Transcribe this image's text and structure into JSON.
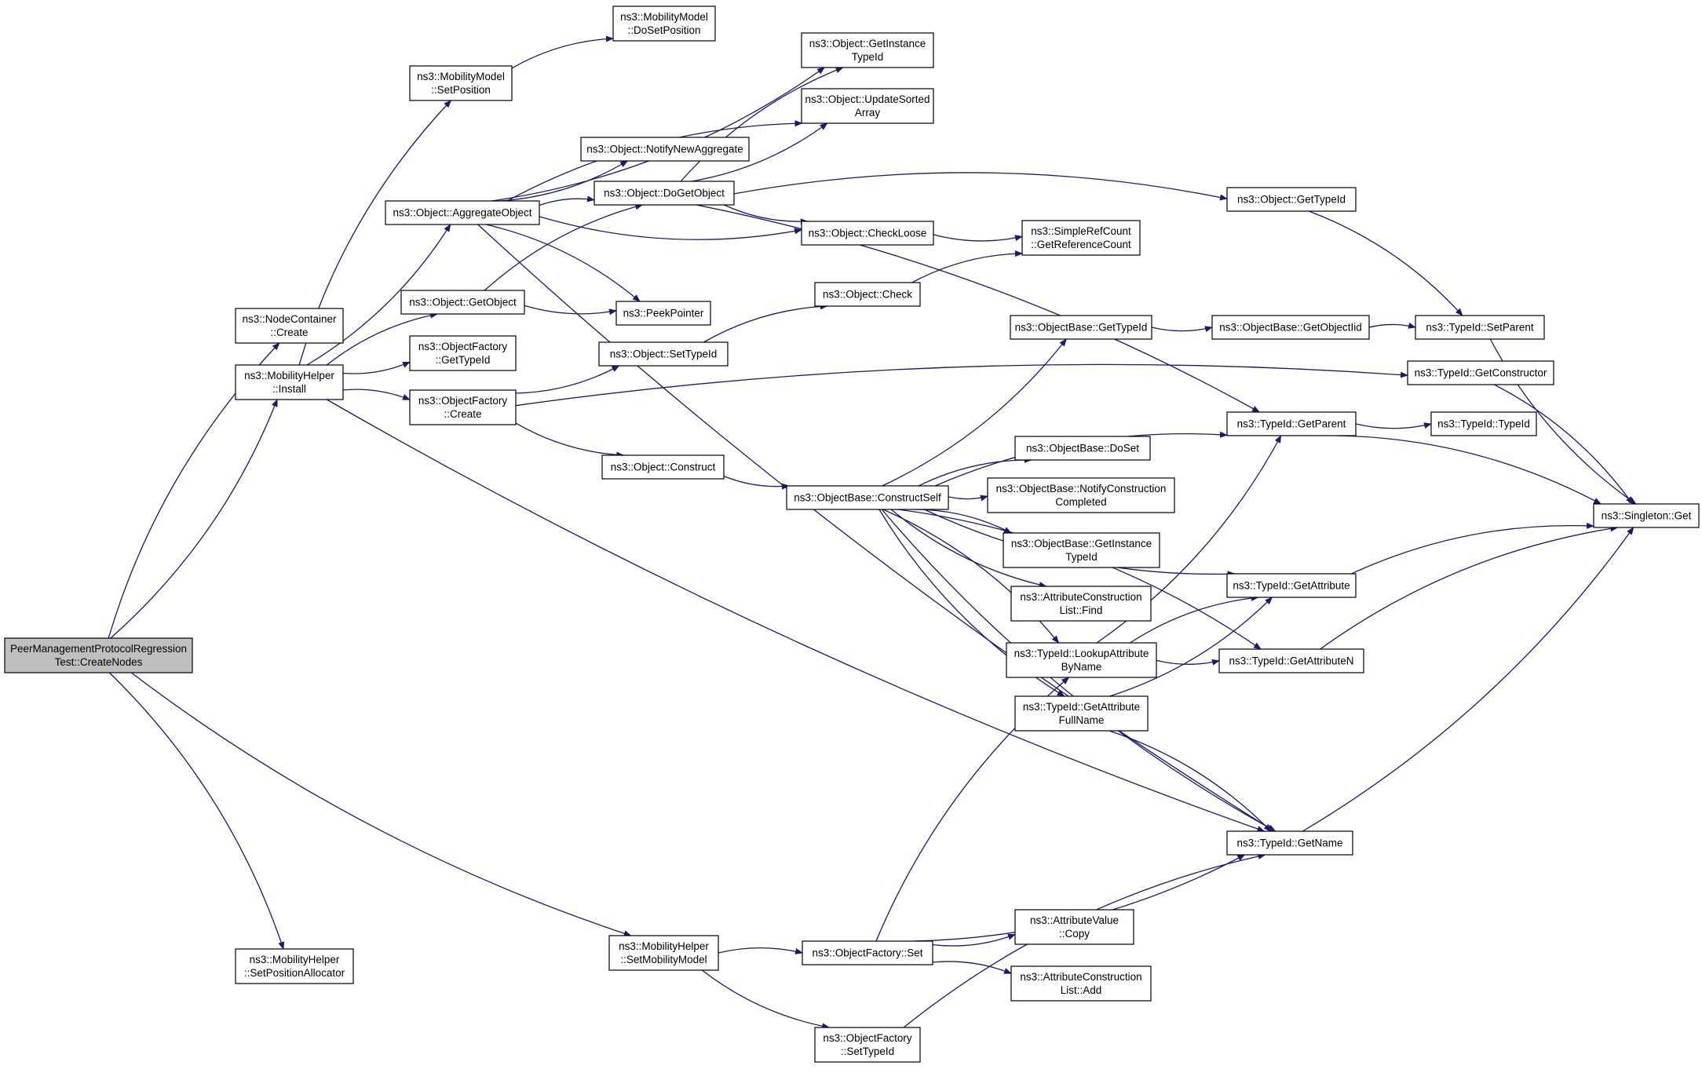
{
  "colors": {
    "edge": "#191970",
    "node_fill": "#ffffff",
    "root_fill": "#bfbfbf",
    "border": "#000000"
  },
  "nodes": [
    {
      "id": "root",
      "lines": [
        "PeerManagementProtocolRegression",
        "Test::CreateNodes"
      ],
      "root": true
    },
    {
      "id": "nc_create",
      "lines": [
        "ns3::NodeContainer",
        "::Create"
      ]
    },
    {
      "id": "mh_install",
      "lines": [
        "ns3::MobilityHelper",
        "::Install"
      ]
    },
    {
      "id": "mh_setposalloc",
      "lines": [
        "ns3::MobilityHelper",
        "::SetPositionAllocator"
      ]
    },
    {
      "id": "mh_setmobmodel",
      "lines": [
        "ns3::MobilityHelper",
        "::SetMobilityModel"
      ]
    },
    {
      "id": "mm_setpos",
      "lines": [
        "ns3::MobilityModel",
        "::SetPosition"
      ]
    },
    {
      "id": "mm_dosetpos",
      "lines": [
        "ns3::MobilityModel",
        "::DoSetPosition"
      ]
    },
    {
      "id": "obj_aggregate",
      "lines": [
        "ns3::Object::AggregateObject"
      ]
    },
    {
      "id": "obj_getobject",
      "lines": [
        "ns3::Object::GetObject"
      ]
    },
    {
      "id": "of_gettypeid",
      "lines": [
        "ns3::ObjectFactory",
        "::GetTypeId"
      ]
    },
    {
      "id": "of_create",
      "lines": [
        "ns3::ObjectFactory",
        "::Create"
      ]
    },
    {
      "id": "obj_getinst",
      "lines": [
        "ns3::Object::GetInstance",
        "TypeId"
      ]
    },
    {
      "id": "obj_updsorted",
      "lines": [
        "ns3::Object::UpdateSorted",
        "Array"
      ]
    },
    {
      "id": "obj_notifynew",
      "lines": [
        "ns3::Object::NotifyNewAggregate"
      ]
    },
    {
      "id": "obj_dogetobject",
      "lines": [
        "ns3::Object::DoGetObject"
      ]
    },
    {
      "id": "peekpointer",
      "lines": [
        "ns3::PeekPointer"
      ]
    },
    {
      "id": "obj_settypeid",
      "lines": [
        "ns3::Object::SetTypeId"
      ]
    },
    {
      "id": "obj_construct",
      "lines": [
        "ns3::Object::Construct"
      ]
    },
    {
      "id": "obj_checkloose",
      "lines": [
        "ns3::Object::CheckLoose"
      ]
    },
    {
      "id": "obj_check",
      "lines": [
        "ns3::Object::Check"
      ]
    },
    {
      "id": "srefcount",
      "lines": [
        "ns3::SimpleRefCount",
        "::GetReferenceCount"
      ]
    },
    {
      "id": "obj_gettypeid",
      "lines": [
        "ns3::Object::GetTypeId"
      ]
    },
    {
      "id": "ob_gettypeid",
      "lines": [
        "ns3::ObjectBase::GetTypeId"
      ]
    },
    {
      "id": "ob_getobjectiid",
      "lines": [
        "ns3::ObjectBase::GetObjectIid"
      ]
    },
    {
      "id": "tid_setparent",
      "lines": [
        "ns3::TypeId::SetParent"
      ]
    },
    {
      "id": "tid_getctor",
      "lines": [
        "ns3::TypeId::GetConstructor"
      ]
    },
    {
      "id": "tid_getparent",
      "lines": [
        "ns3::TypeId::GetParent"
      ]
    },
    {
      "id": "tid_typeid",
      "lines": [
        "ns3::TypeId::TypeId"
      ]
    },
    {
      "id": "singleton_get",
      "lines": [
        "ns3::Singleton::Get"
      ]
    },
    {
      "id": "ob_constructself",
      "lines": [
        "ns3::ObjectBase::ConstructSelf"
      ]
    },
    {
      "id": "ob_doset",
      "lines": [
        "ns3::ObjectBase::DoSet"
      ]
    },
    {
      "id": "ob_notifyconstr",
      "lines": [
        "ns3::ObjectBase::NotifyConstruction",
        "Completed"
      ]
    },
    {
      "id": "ob_getinst",
      "lines": [
        "ns3::ObjectBase::GetInstance",
        "TypeId"
      ]
    },
    {
      "id": "acl_find",
      "lines": [
        "ns3::AttributeConstruction",
        "List::Find"
      ]
    },
    {
      "id": "tid_getattr",
      "lines": [
        "ns3::TypeId::GetAttribute"
      ]
    },
    {
      "id": "tid_lookupattr",
      "lines": [
        "ns3::TypeId::LookupAttribute",
        "ByName"
      ]
    },
    {
      "id": "tid_getattrn",
      "lines": [
        "ns3::TypeId::GetAttributeN"
      ]
    },
    {
      "id": "tid_getattrfull",
      "lines": [
        "ns3::TypeId::GetAttribute",
        "FullName"
      ]
    },
    {
      "id": "tid_getname",
      "lines": [
        "ns3::TypeId::GetName"
      ]
    },
    {
      "id": "of_set",
      "lines": [
        "ns3::ObjectFactory::Set"
      ]
    },
    {
      "id": "av_copy",
      "lines": [
        "ns3::AttributeValue",
        "::Copy"
      ]
    },
    {
      "id": "acl_add",
      "lines": [
        "ns3::AttributeConstruction",
        "List::Add"
      ]
    },
    {
      "id": "of_settypeid",
      "lines": [
        "ns3::ObjectFactory",
        "::SetTypeId"
      ]
    }
  ],
  "edges": [
    [
      "root",
      "nc_create"
    ],
    [
      "root",
      "mh_install"
    ],
    [
      "root",
      "mh_setposalloc"
    ],
    [
      "root",
      "mh_setmobmodel"
    ],
    [
      "mh_install",
      "mm_setpos"
    ],
    [
      "mh_install",
      "obj_aggregate"
    ],
    [
      "mh_install",
      "obj_getobject"
    ],
    [
      "mh_install",
      "of_gettypeid"
    ],
    [
      "mh_install",
      "of_create"
    ],
    [
      "mh_install",
      "tid_getname"
    ],
    [
      "mm_setpos",
      "mm_dosetpos"
    ],
    [
      "obj_aggregate",
      "obj_getinst"
    ],
    [
      "obj_aggregate",
      "obj_updsorted"
    ],
    [
      "obj_aggregate",
      "obj_notifynew"
    ],
    [
      "obj_aggregate",
      "obj_dogetobject"
    ],
    [
      "obj_aggregate",
      "obj_checkloose"
    ],
    [
      "obj_aggregate",
      "peekpointer"
    ],
    [
      "obj_aggregate",
      "tid_getname"
    ],
    [
      "obj_getobject",
      "obj_dogetobject"
    ],
    [
      "obj_getobject",
      "peekpointer"
    ],
    [
      "obj_dogetobject",
      "obj_getinst"
    ],
    [
      "obj_dogetobject",
      "obj_updsorted"
    ],
    [
      "obj_dogetobject",
      "obj_gettypeid"
    ],
    [
      "obj_dogetobject",
      "obj_checkloose"
    ],
    [
      "obj_dogetobject",
      "tid_getparent"
    ],
    [
      "of_create",
      "obj_settypeid"
    ],
    [
      "of_create",
      "tid_getctor"
    ],
    [
      "of_create",
      "obj_construct"
    ],
    [
      "obj_settypeid",
      "obj_check"
    ],
    [
      "obj_checkloose",
      "srefcount"
    ],
    [
      "obj_check",
      "srefcount"
    ],
    [
      "obj_construct",
      "ob_constructself"
    ],
    [
      "obj_gettypeid",
      "tid_setparent"
    ],
    [
      "ob_gettypeid",
      "ob_getobjectiid"
    ],
    [
      "ob_getobjectiid",
      "tid_setparent"
    ],
    [
      "tid_setparent",
      "singleton_get"
    ],
    [
      "tid_getctor",
      "singleton_get"
    ],
    [
      "tid_getparent",
      "tid_typeid"
    ],
    [
      "tid_getparent",
      "singleton_get"
    ],
    [
      "ob_constructself",
      "ob_gettypeid"
    ],
    [
      "ob_constructself",
      "tid_getparent"
    ],
    [
      "ob_constructself",
      "tid_getattr"
    ],
    [
      "ob_constructself",
      "ob_doset"
    ],
    [
      "ob_constructself",
      "ob_notifyconstr"
    ],
    [
      "ob_constructself",
      "ob_getinst"
    ],
    [
      "ob_constructself",
      "acl_find"
    ],
    [
      "ob_constructself",
      "tid_lookupattr"
    ],
    [
      "ob_constructself",
      "tid_getattrfull"
    ],
    [
      "ob_constructself",
      "tid_getattrn"
    ],
    [
      "ob_constructself",
      "tid_getname"
    ],
    [
      "tid_getattr",
      "singleton_get"
    ],
    [
      "tid_lookupattr",
      "tid_getparent"
    ],
    [
      "tid_lookupattr",
      "tid_getattr"
    ],
    [
      "tid_lookupattr",
      "tid_getattrn"
    ],
    [
      "tid_getattrn",
      "singleton_get"
    ],
    [
      "tid_getattrfull",
      "tid_getattr"
    ],
    [
      "tid_getattrfull",
      "tid_getname"
    ],
    [
      "tid_getname",
      "singleton_get"
    ],
    [
      "mh_setmobmodel",
      "of_set"
    ],
    [
      "mh_setmobmodel",
      "of_settypeid"
    ],
    [
      "of_set",
      "tid_lookupattr"
    ],
    [
      "of_set",
      "av_copy"
    ],
    [
      "of_set",
      "acl_add"
    ],
    [
      "of_set",
      "tid_getname"
    ],
    [
      "of_settypeid",
      "tid_getname"
    ]
  ]
}
